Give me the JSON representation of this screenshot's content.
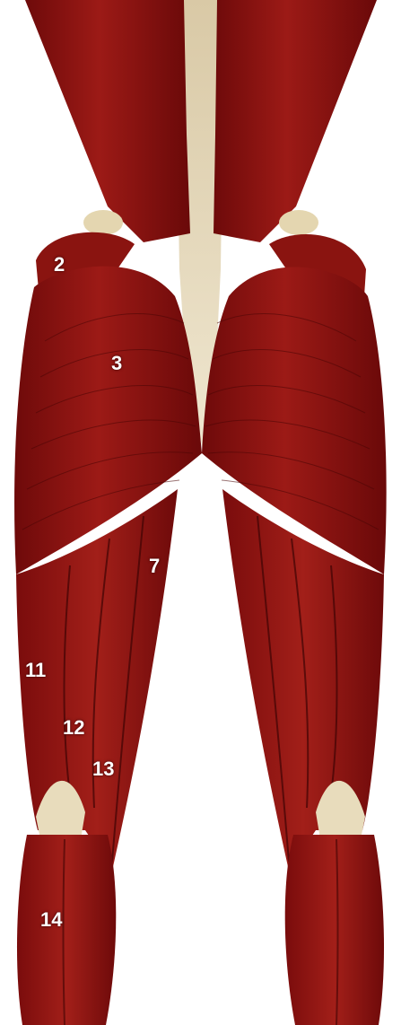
{
  "illustration": {
    "colors": {
      "muscle": "#8e1212",
      "muscle_dark": "#5a0707",
      "muscle_light": "#b02a22",
      "tendon": "#e6dcc0",
      "background": "#ffffff"
    },
    "labels": {
      "l2": "2",
      "l3": "3",
      "l7": "7",
      "l11": "11",
      "l12": "12",
      "l13": "13",
      "l14": "14"
    }
  }
}
